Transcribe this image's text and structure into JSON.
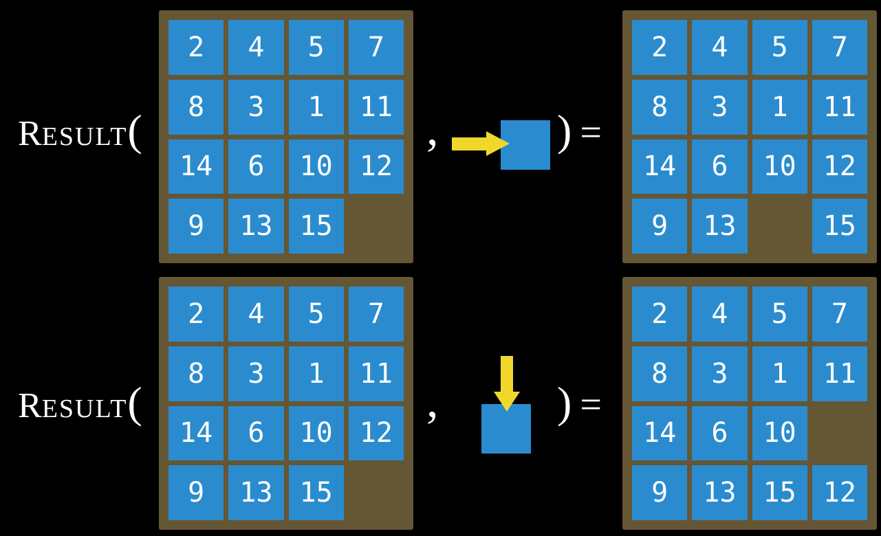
{
  "colors": {
    "background": "#000000",
    "frame": "#655634",
    "tile": "#2A8CCF",
    "arrow": "#F2D72B",
    "text": "#FFFFFF"
  },
  "equation": {
    "function_initial": "R",
    "function_rest": "ESULT",
    "open_paren": "(",
    "comma": ",",
    "close_paren": ")",
    "equals": "="
  },
  "rows": [
    {
      "move_direction": "right",
      "input_grid": [
        [
          "2",
          "4",
          "5",
          "7"
        ],
        [
          "8",
          "3",
          "1",
          "11"
        ],
        [
          "14",
          "6",
          "10",
          "12"
        ],
        [
          "9",
          "13",
          "15",
          ""
        ]
      ],
      "output_grid": [
        [
          "2",
          "4",
          "5",
          "7"
        ],
        [
          "8",
          "3",
          "1",
          "11"
        ],
        [
          "14",
          "6",
          "10",
          "12"
        ],
        [
          "9",
          "13",
          "",
          "15"
        ]
      ]
    },
    {
      "move_direction": "down",
      "input_grid": [
        [
          "2",
          "4",
          "5",
          "7"
        ],
        [
          "8",
          "3",
          "1",
          "11"
        ],
        [
          "14",
          "6",
          "10",
          "12"
        ],
        [
          "9",
          "13",
          "15",
          ""
        ]
      ],
      "output_grid": [
        [
          "2",
          "4",
          "5",
          "7"
        ],
        [
          "8",
          "3",
          "1",
          "11"
        ],
        [
          "14",
          "6",
          "10",
          ""
        ],
        [
          "9",
          "13",
          "15",
          "12"
        ]
      ]
    }
  ]
}
